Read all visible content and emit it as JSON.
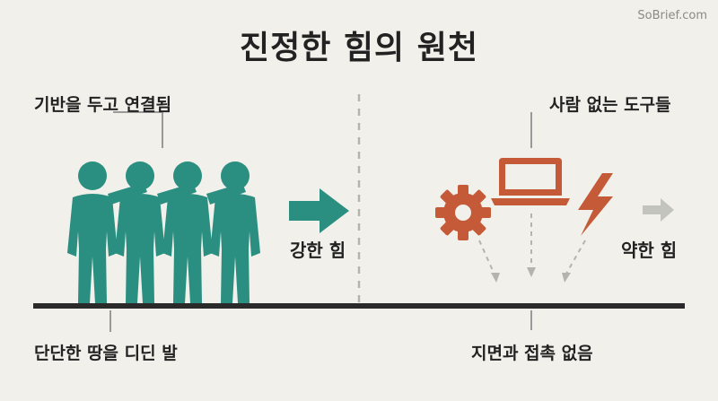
{
  "title": "진정한 힘의 원천",
  "watermark": "SoBrief.com",
  "left": {
    "top_label": "기반을 두고 연결됨",
    "arrow_label": "강한 힘",
    "bottom_label": "단단한 땅을 디딘 발"
  },
  "right": {
    "top_label": "사람 없는 도구들",
    "arrow_label": "약한 힘",
    "bottom_label": "지면과 접촉 없음"
  },
  "colors": {
    "people": "#2a8f80",
    "tools": "#c45a38",
    "ground": "#2a2a2a",
    "pointer": "#999999",
    "background": "#f1f0ea"
  },
  "icons": [
    "person-icon",
    "gear-icon",
    "laptop-icon",
    "lightning-icon",
    "arrow-right-icon"
  ]
}
